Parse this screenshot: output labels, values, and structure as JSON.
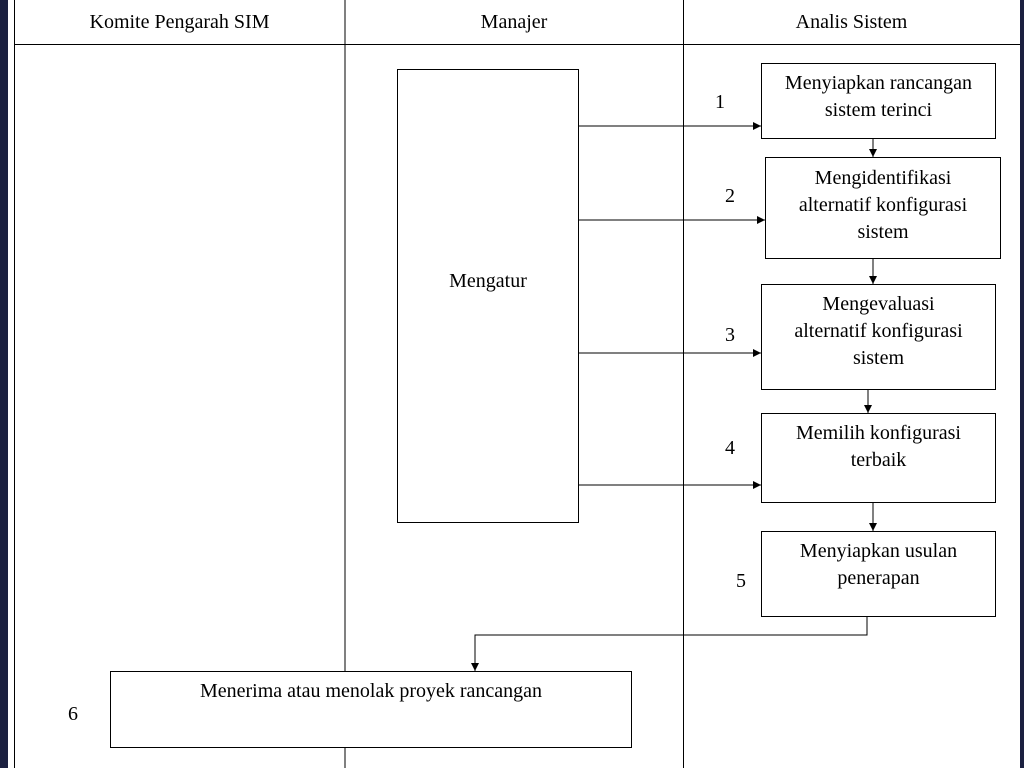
{
  "lanes": {
    "komite": "Komite Pengarah SIM",
    "manajer": "Manajer",
    "analis": "Analis Sistem"
  },
  "manager_box": "Mengatur",
  "steps": [
    {
      "number": "1",
      "label": "Menyiapkan rancangan\nsistem terinci"
    },
    {
      "number": "2",
      "label": "Mengidentifikasi\nalternatif konfigurasi\nsistem"
    },
    {
      "number": "3",
      "label": "Mengevaluasi\nalternatif konfigurasi\nsistem"
    },
    {
      "number": "4",
      "label": "Memilih konfigurasi\nterbaik"
    },
    {
      "number": "5",
      "label": "Menyiapkan usulan\npenerapan"
    },
    {
      "number": "6",
      "label": "Menerima atau menolak proyek rancangan"
    }
  ]
}
